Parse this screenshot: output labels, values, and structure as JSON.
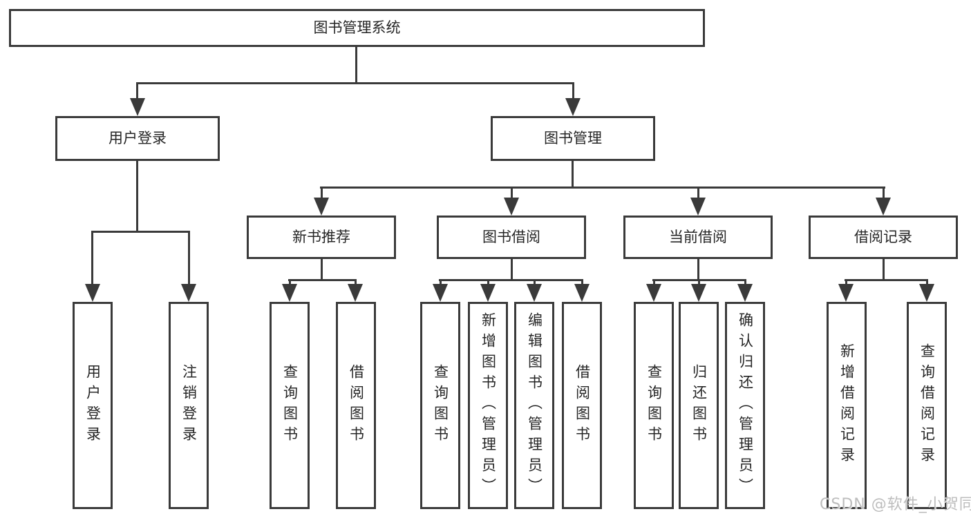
{
  "diagram": {
    "watermark": "CSDN @软件_小贺同学",
    "colors": {
      "line": "#3a3a3a",
      "text": "#262626",
      "background": "#ffffff",
      "watermark": "#bdbdbd"
    },
    "tree": {
      "label": "图书管理系统",
      "children": [
        {
          "label": "用户登录",
          "children": [
            {
              "label": "用户登录"
            },
            {
              "label": "注销登录"
            }
          ]
        },
        {
          "label": "图书管理",
          "children": [
            {
              "label": "新书推荐",
              "children": [
                {
                  "label": "查询图书"
                },
                {
                  "label": "借阅图书"
                }
              ]
            },
            {
              "label": "图书借阅",
              "children": [
                {
                  "label": "查询图书"
                },
                {
                  "label": "新增图书（管理员）"
                },
                {
                  "label": "编辑图书（管理员）"
                },
                {
                  "label": "借阅图书"
                }
              ]
            },
            {
              "label": "当前借阅",
              "children": [
                {
                  "label": "查询图书"
                },
                {
                  "label": "归还图书"
                },
                {
                  "label": "确认归还（管理员）"
                }
              ]
            },
            {
              "label": "借阅记录",
              "children": [
                {
                  "label": "新增借阅记录"
                },
                {
                  "label": "查询借阅记录"
                }
              ]
            }
          ]
        }
      ]
    }
  }
}
